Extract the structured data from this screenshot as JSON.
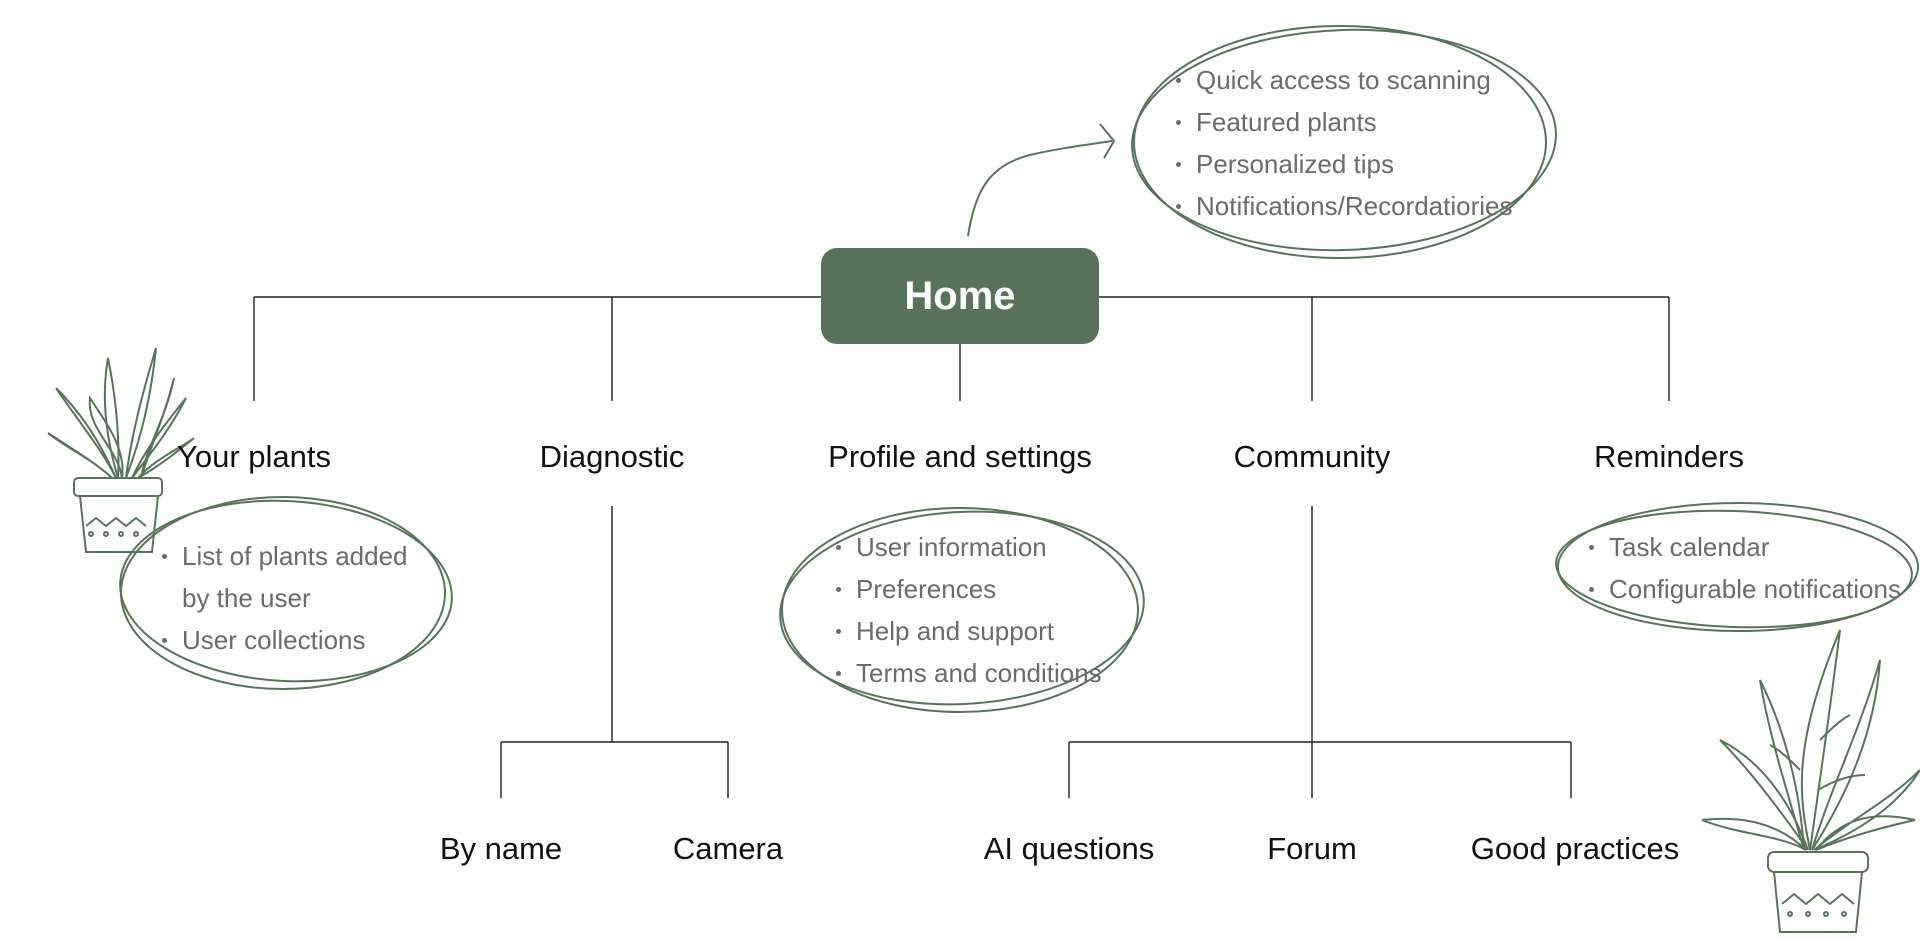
{
  "colors": {
    "accent": "#57745a",
    "line": "#222222",
    "bullet_text": "#6b6b6b"
  },
  "home": {
    "label": "Home"
  },
  "home_features": [
    "Quick access to scanning",
    "Featured plants",
    "Personalized tips",
    "Notifications/Recordatiories"
  ],
  "sections": {
    "your_plants": {
      "label": "Your plants",
      "items": [
        "List of plants added by the user",
        "User collections"
      ]
    },
    "diagnostic": {
      "label": "Diagnostic",
      "children": [
        "By name",
        "Camera"
      ]
    },
    "profile": {
      "label": "Profile and settings",
      "items": [
        "User information",
        "Preferences",
        "Help and support",
        "Terms and conditions"
      ]
    },
    "community": {
      "label": "Community",
      "children": [
        "AI questions",
        "Forum",
        "Good practices"
      ]
    },
    "reminders": {
      "label": "Reminders",
      "items": [
        "Task calendar",
        "Configurable notifications"
      ]
    }
  },
  "illustrations": [
    "potted-plant-icon",
    "potted-plant-icon"
  ]
}
